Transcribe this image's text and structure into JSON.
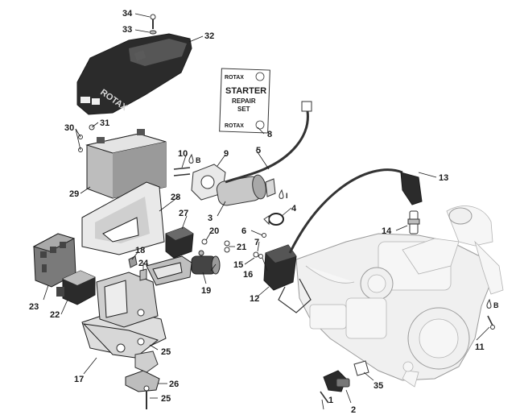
{
  "card": {
    "brand_top": "ROTAX",
    "title": "STARTER",
    "line2": "REPAIR",
    "line3": "SET",
    "brand_bottom": "ROTAX"
  },
  "cover_logo": "ROTAX",
  "symbols": {
    "b1": "B",
    "i": "I",
    "b2": "B"
  },
  "labels": [
    "1",
    "2",
    "3",
    "4",
    "5",
    "6",
    "7",
    "8",
    "9",
    "10",
    "11",
    "12",
    "13",
    "14",
    "15",
    "16",
    "17",
    "18",
    "19",
    "20",
    "21",
    "22",
    "23",
    "24",
    "25",
    "25",
    "26",
    "27",
    "28",
    "29",
    "30",
    "31",
    "32",
    "33",
    "34",
    "35"
  ],
  "colors": {
    "ink": "#1a1a1a",
    "ghost": "#9a9a9a",
    "part_dark": "#2b2b2b",
    "part_mid": "#7a7a7a",
    "part_light": "#d2d2d2"
  }
}
